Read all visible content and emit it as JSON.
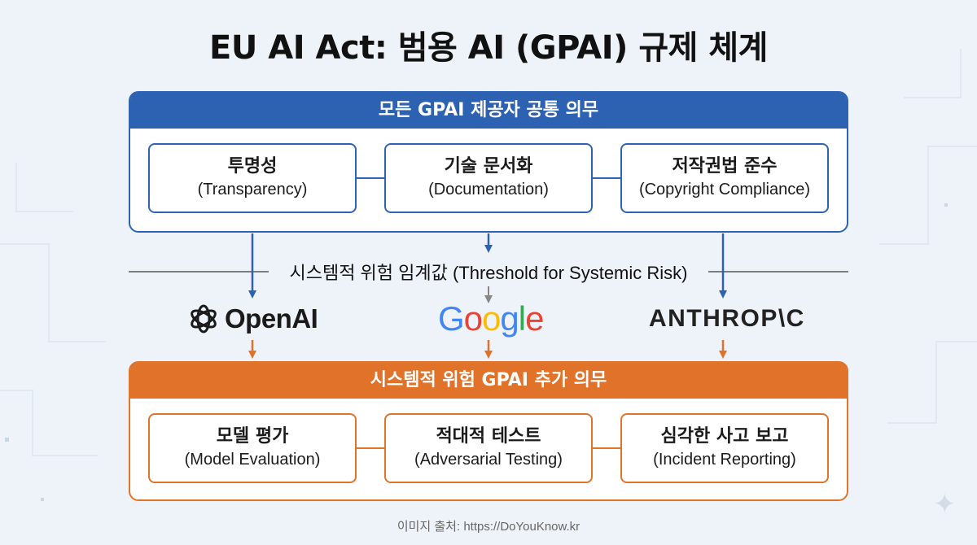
{
  "title": "EU AI Act: 범용 AI (GPAI) 규제 체계",
  "common_obligations": {
    "header": "모든 GPAI 제공자 공통 의무",
    "items": [
      {
        "kr": "투명성",
        "en": "(Transparency)"
      },
      {
        "kr": "기술 문서화",
        "en": "(Documentation)"
      },
      {
        "kr": "저작권법 준수",
        "en": "(Copyright Compliance)"
      }
    ]
  },
  "threshold": {
    "label": "시스템적 위험 임계값 (Threshold for Systemic Risk)"
  },
  "providers": [
    {
      "name": "OpenAI",
      "icon": "openai-logo-icon"
    },
    {
      "name": "Google",
      "icon": "google-logo"
    },
    {
      "name": "ANTHROPIC",
      "icon": "anthropic-logo"
    }
  ],
  "systemic_obligations": {
    "header": "시스템적 위험 GPAI 추가 의무",
    "items": [
      {
        "kr": "모델 평가",
        "en": "(Model Evaluation)"
      },
      {
        "kr": "적대적 테스트",
        "en": "(Adversarial Testing)"
      },
      {
        "kr": "심각한 사고 보고",
        "en": "(Incident Reporting)"
      }
    ]
  },
  "footer": "이미지 출처: https://DoYouKnow.kr",
  "colors": {
    "blue": "#2d62b3",
    "orange": "#e07229",
    "background": "#eef3f9"
  }
}
